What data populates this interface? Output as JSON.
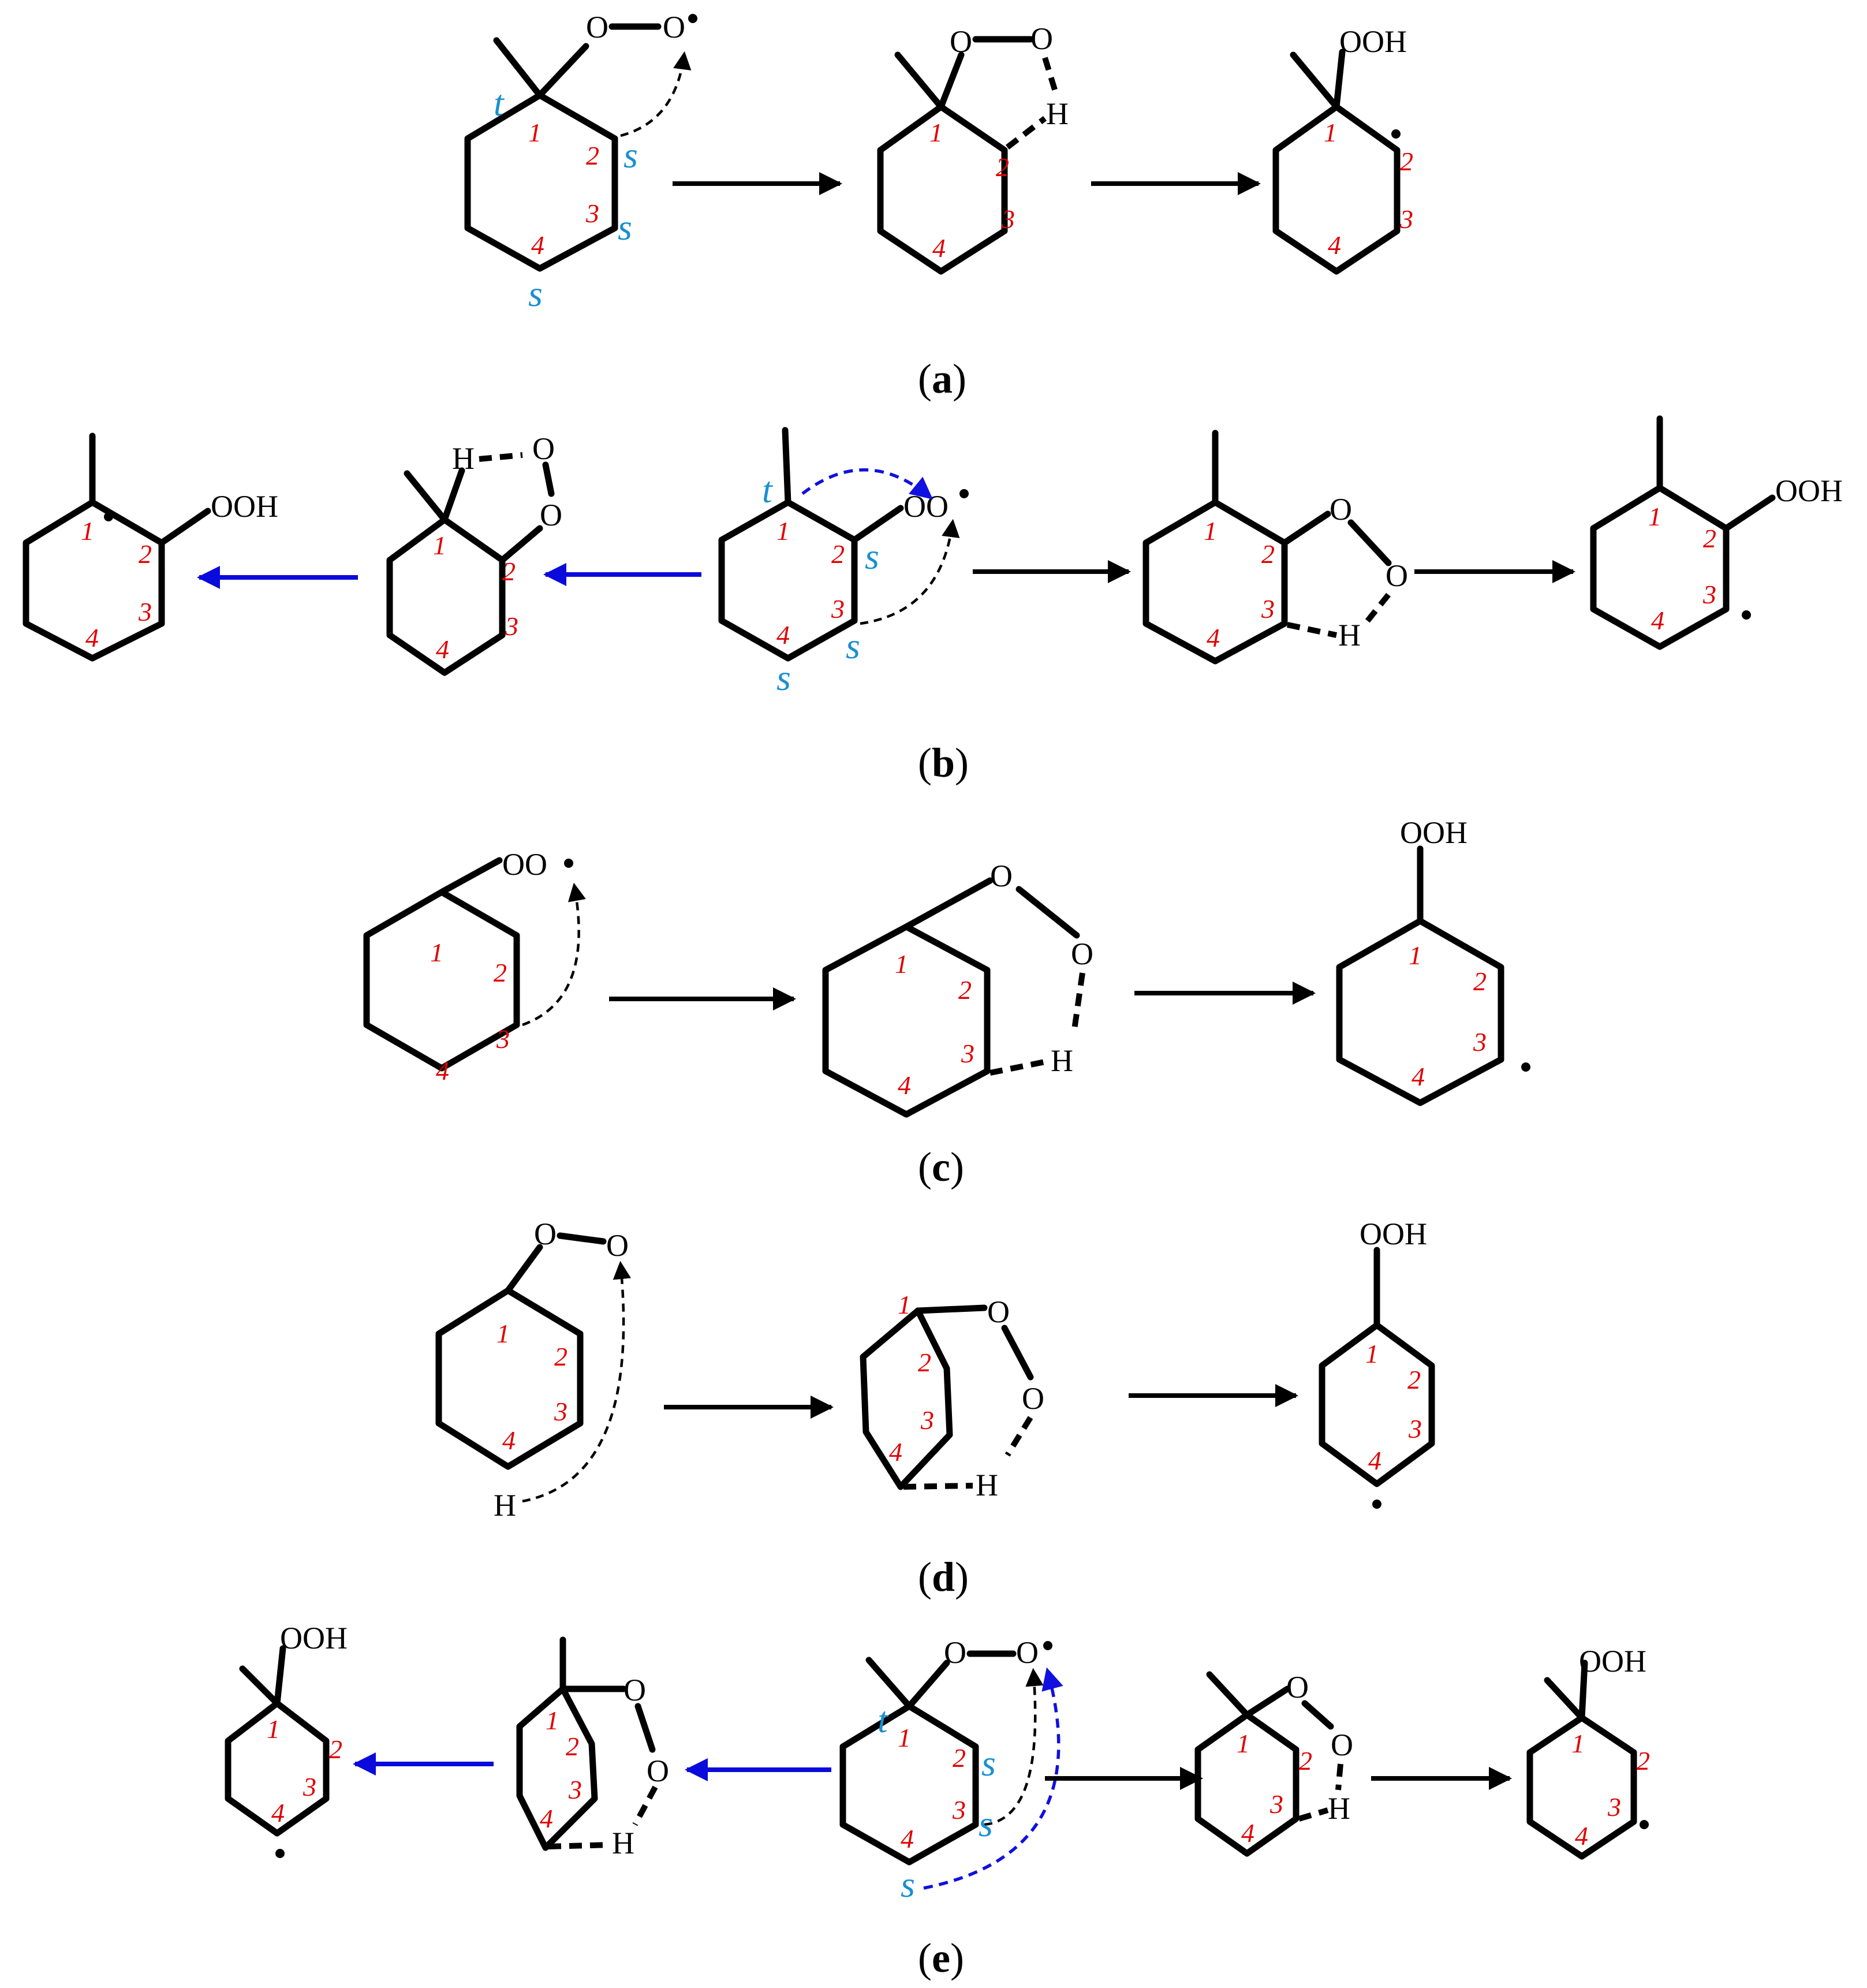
{
  "atoms": {
    "O": "O",
    "H": "H",
    "OO": "OO",
    "OOH": "OOH"
  },
  "carbon_numbers": [
    "1",
    "2",
    "3",
    "4"
  ],
  "site_labels": {
    "tertiary": "t",
    "secondary": "s"
  },
  "panels": [
    {
      "label": "a"
    },
    {
      "label": "b"
    },
    {
      "label": "c"
    },
    {
      "label": "d"
    },
    {
      "label": "e"
    }
  ],
  "colors": {
    "bond": "#000000",
    "carbon_number": "#e00000",
    "site_label": "#1a8fd0",
    "alt_pathway_arrow": "#0a0adc"
  }
}
